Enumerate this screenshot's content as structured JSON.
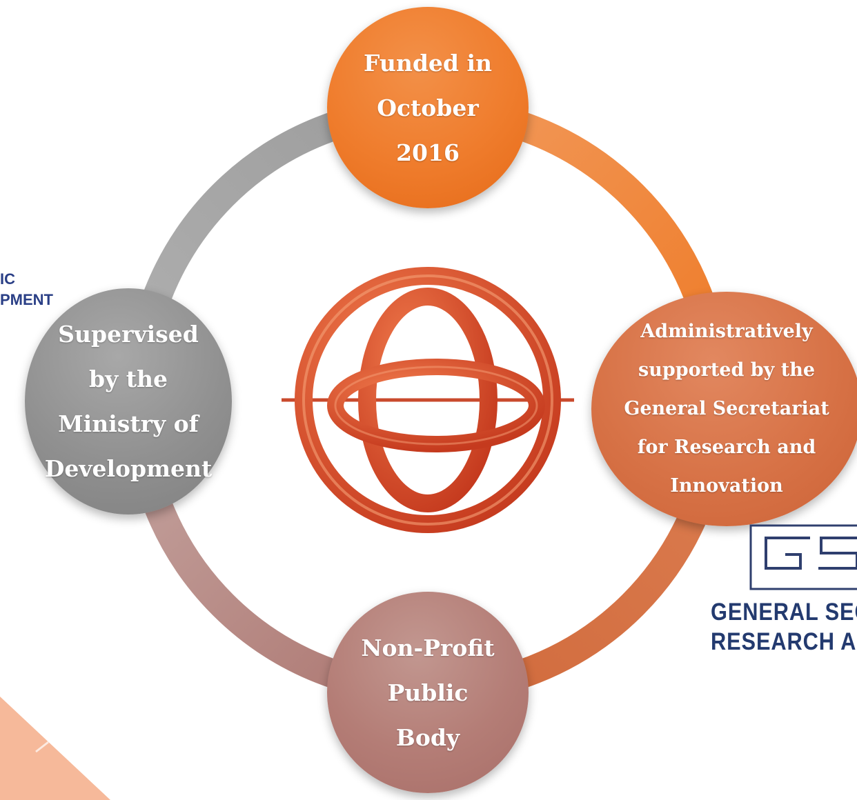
{
  "colors": {
    "accent_orange": "#ef7c2c",
    "accent_rust": "#d77246",
    "accent_mauve": "#b47d76",
    "accent_gray": "#909090",
    "logo_red": "#d8452a",
    "text_navy": "#2a3f86"
  },
  "diagram": {
    "nodes": [
      {
        "position": "top",
        "lines": [
          "Funded in",
          "October",
          "2016"
        ]
      },
      {
        "position": "right",
        "lines": [
          "Administratively",
          "supported by the",
          "General Secretariat",
          "for Research and",
          "Innovation"
        ]
      },
      {
        "position": "bottom",
        "lines": [
          "Non-Profit",
          "Public",
          "Body"
        ]
      },
      {
        "position": "left",
        "lines": [
          "Supervised",
          "by the",
          "Ministry of",
          "Development"
        ]
      }
    ],
    "center_logo": {
      "icon": "orbital-rings-logo-icon"
    }
  },
  "left_fragment": {
    "lines": [
      "IC",
      "PMENT"
    ]
  },
  "right_logo": {
    "icon": "gsri-logo-icon",
    "lines": [
      "GENERAL SEC",
      "RESEARCH AI"
    ]
  }
}
